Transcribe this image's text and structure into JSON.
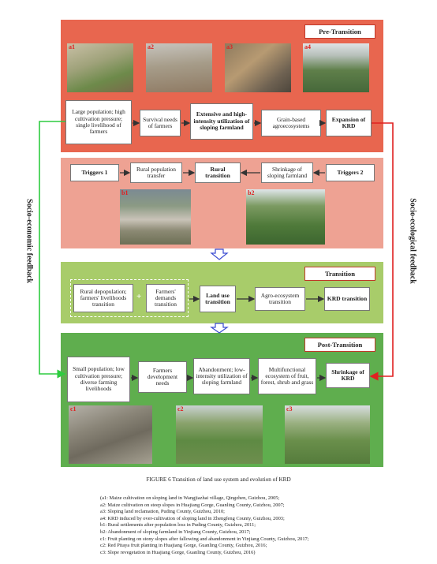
{
  "panels": {
    "pre": {
      "title": "Pre-Transition",
      "photo_labels": [
        "a1",
        "a2",
        "a3",
        "a4"
      ],
      "boxes": [
        "Large population; high cultivation pressure; single livelihood of farmers",
        "Survival needs of farmers",
        "Extensive and high-intensity utilization of sloping farmland",
        "Grain-based agroecosystems",
        "Expansion of KRD"
      ]
    },
    "triggers": {
      "trigger1": "Triggers 1",
      "rural_transfer": "Rural population transfer",
      "rural_transition": "Rural transition",
      "shrinkage": "Shrinkage of sloping farmland",
      "trigger2": "Triggers 2",
      "photo_labels": [
        "b1",
        "b2"
      ]
    },
    "transition": {
      "title": "Transition",
      "rural_depop": "Rural depopulation; farmers' livelihoods transition",
      "plus": "+",
      "farmers_demands": "Farmers' demands transition",
      "land_use": "Land use transition",
      "agro_eco": "Agro-ecosystem transition",
      "krd": "KRD transition"
    },
    "post": {
      "title": "Post-Transition",
      "boxes": [
        "Small population; low cultivation pressure; diverse farming livelihoods",
        "Farmers development needs",
        "Abandonment; low-intensity utilization of sloping farmland",
        "Multifunctional ecosystem of fruit, forest, shrub and grass",
        "Shrinkage of KRD"
      ],
      "photo_labels": [
        "c1",
        "c2",
        "c3"
      ]
    }
  },
  "side_labels": {
    "left": "Socio-economic feedback",
    "right": "Socio-ecological feedback"
  },
  "caption": {
    "title": "FIGURE 6 Transition of land use system and evolution of KRD",
    "lines": [
      "(a1: Maize cultivation on sloping land in Wangjiazhai village, Qingzhen, Guizhou, 2005;",
      "a2: Maize cultivation on steep slopes in Huajiang Gorge, Guanling County, Guizhou, 2007;",
      "a3: Sloping land reclamation, Puding County, Guizhou, 2010;",
      "a4: KRD induced by over-cultivation of sloping land in Zhengfeng County, Guizhou, 2003;",
      "b1: Rural settlements after population loss in Puding County, Guizhou, 2011;",
      "b2: Abandonment of sloping farmland in Yinjiang County, Guizhou, 2017;",
      "c1: Fruit planting on stony slopes after fallowing and abandonment in Yinjiang County, Guizhou, 2017;",
      "c2: Red Pitaya fruit planting in Huajiang Gorge, Guanling County, Guizhou, 2016;",
      "c3: Slope revegetation in Huajiang Gorge, Guanling County, Guizhou, 2016)"
    ]
  },
  "colors": {
    "pre_bg": "#e8664f",
    "trigger_bg": "#eea293",
    "transition_bg": "#a8cc6a",
    "post_bg": "#5fae4e",
    "left_arrow": "#2ecc40",
    "right_arrow": "#e02020"
  }
}
